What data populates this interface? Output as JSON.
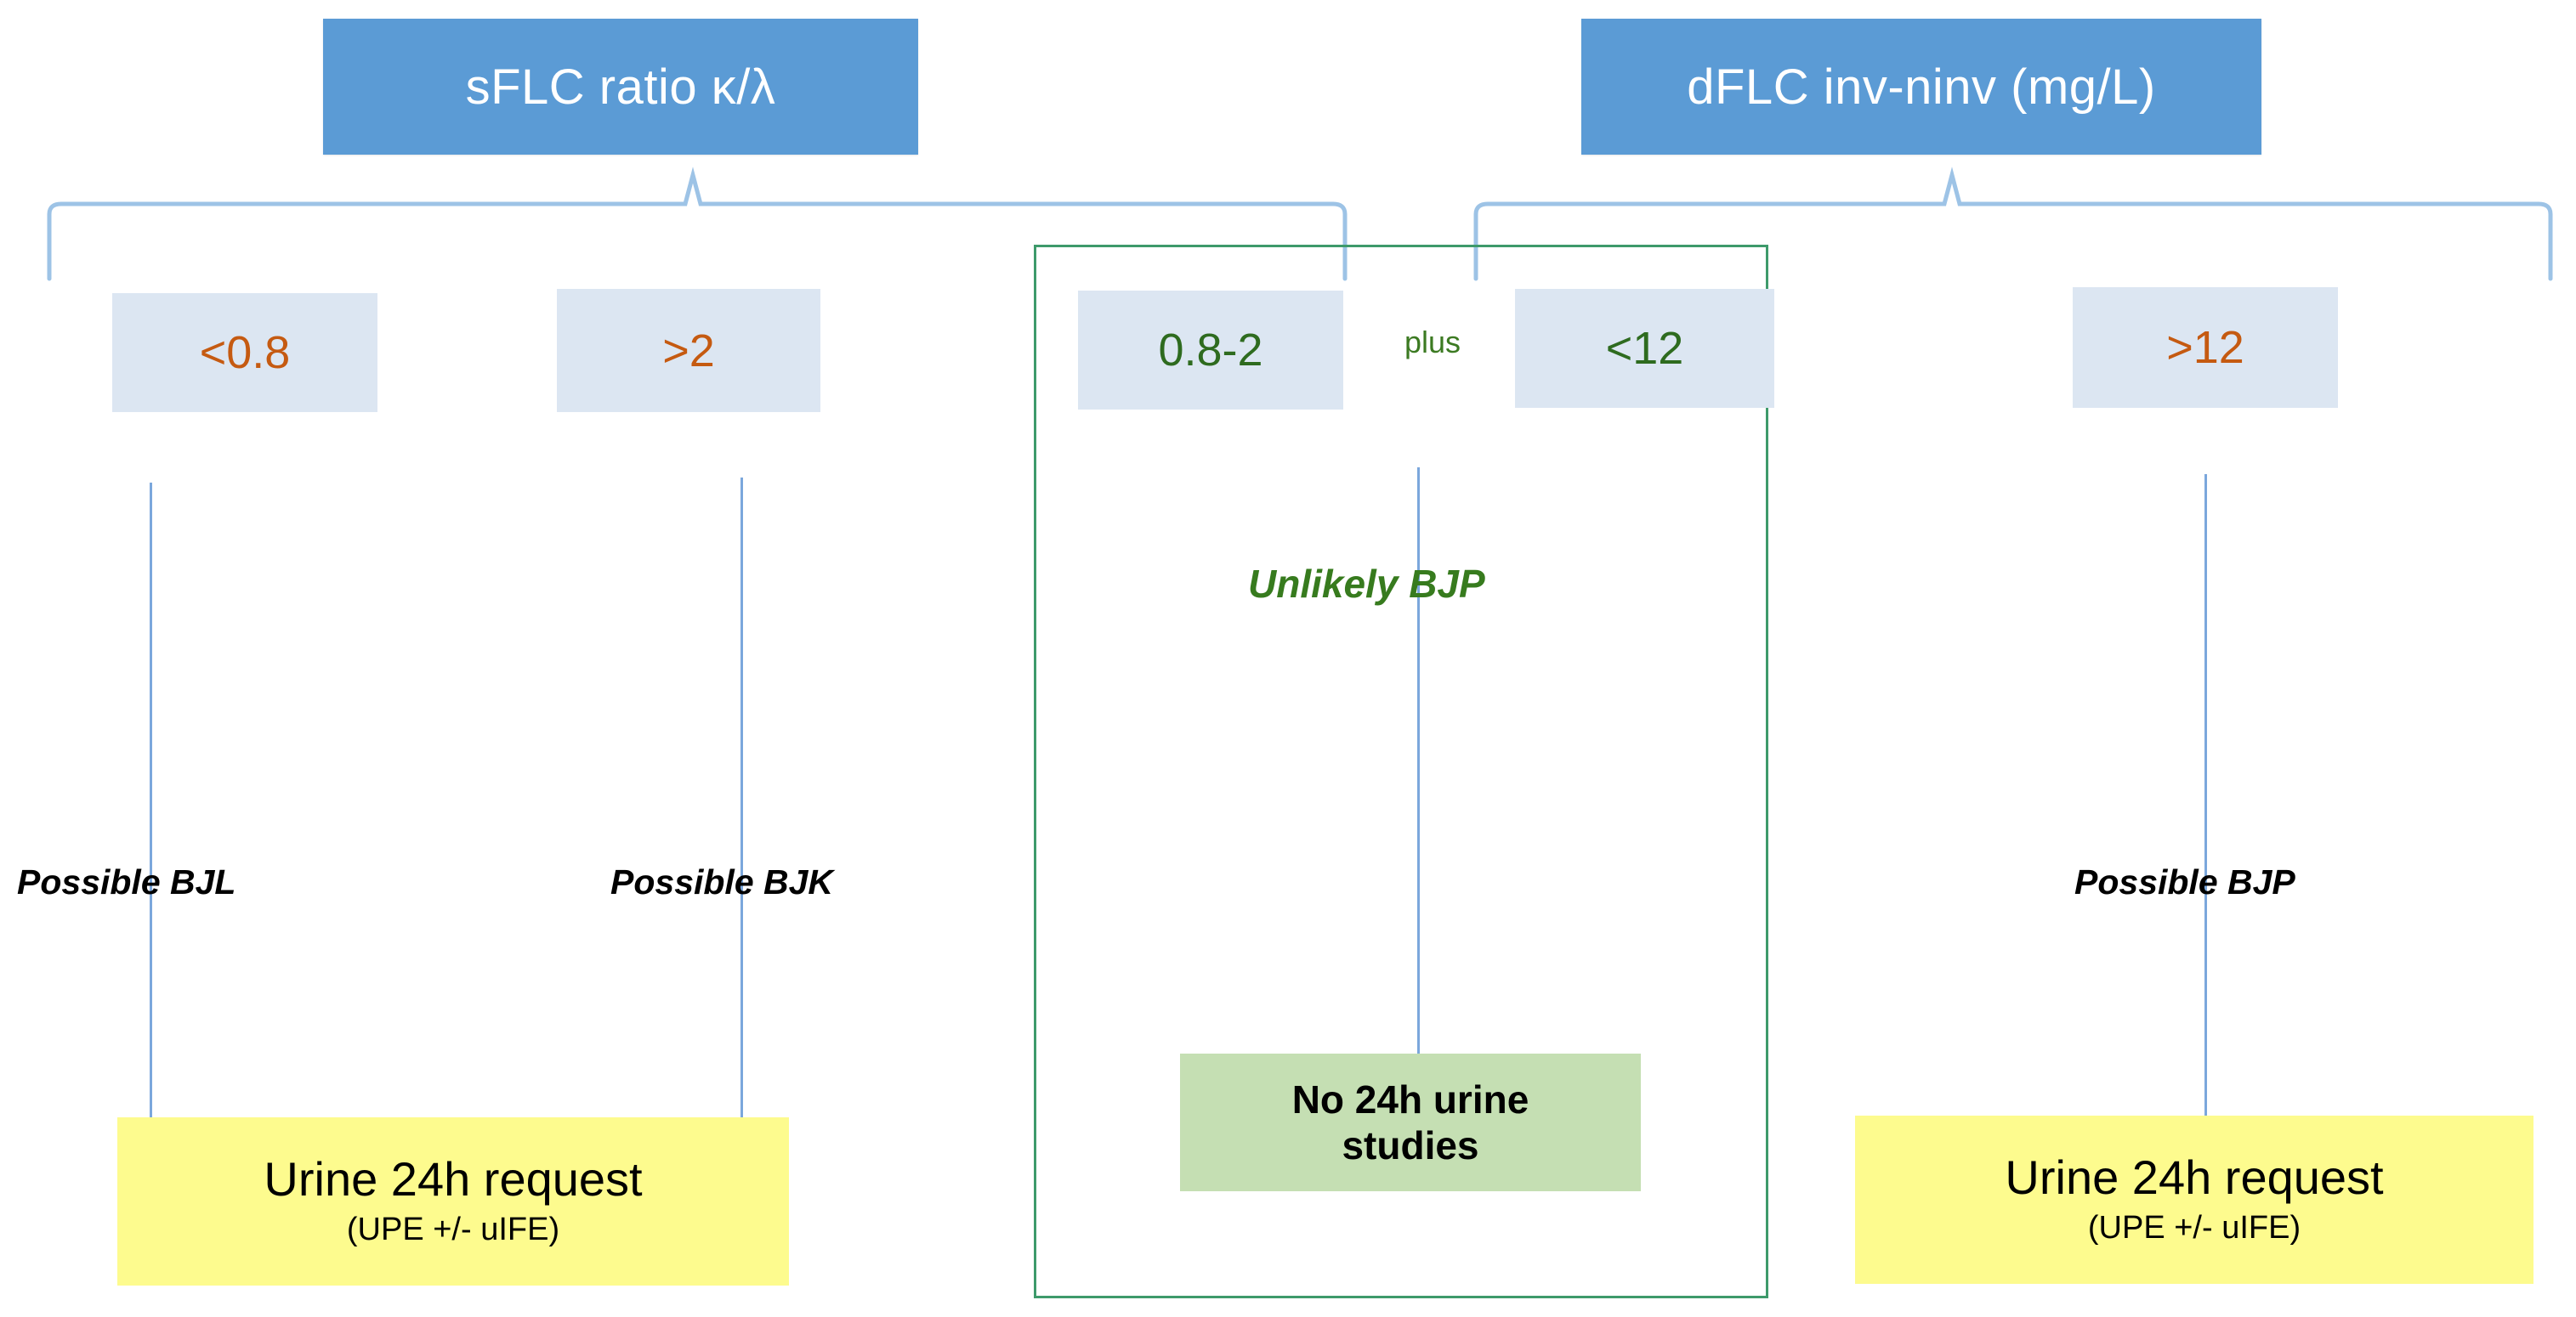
{
  "diagram": {
    "title": "Bence Jones protein urine testing algorithm",
    "colors": {
      "header_blue": "#5B9BD5",
      "chip_blue": "#DCE6F2",
      "orange_text": "#C55A11",
      "green_text": "#2E6B1F",
      "green_border": "#3E9A6B",
      "green_fill": "#C5DFB3",
      "yellow_fill": "#FDFB8E",
      "connector_blue": "#7BA7DC"
    }
  },
  "headers": {
    "left": "sFLC ratio κ/λ",
    "right": "dFLC inv-ninv (mg/L)"
  },
  "chips": {
    "lt08": "<0.8",
    "gt2": ">2",
    "range08_2": "0.8-2",
    "lt12": "<12",
    "gt12": ">12"
  },
  "plus_label": "plus",
  "interpretations": {
    "bjl": "Possible BJL",
    "bjk": "Possible BJK",
    "bjp": "Possible BJP",
    "unlikely": "Unlikely BJP"
  },
  "outcomes": {
    "green": {
      "line1": "No 24h urine",
      "line2": "studies"
    },
    "yellow": {
      "main": "Urine 24h request",
      "sub": "(UPE +/- uIFE)"
    }
  }
}
